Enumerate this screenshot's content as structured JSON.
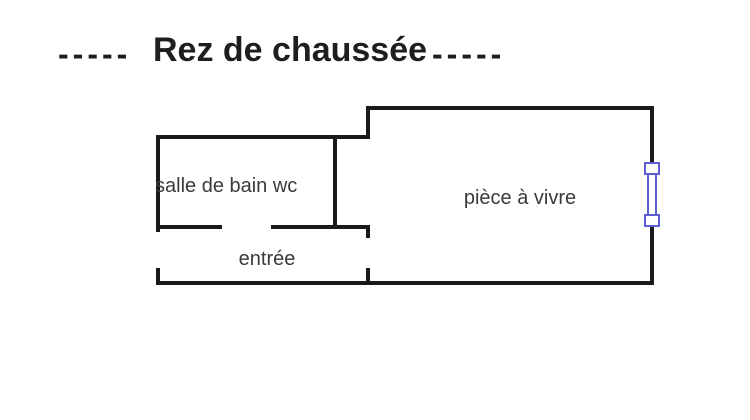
{
  "title": {
    "dashes_left": "-----",
    "text": "Rez de chaussée",
    "dashes_right": "-----"
  },
  "floor_plan": {
    "rooms": {
      "bathroom": {
        "label": "salle de bain wc"
      },
      "living": {
        "label": "pièce à vivre"
      },
      "entry": {
        "label": "entrée"
      }
    }
  },
  "colors": {
    "background": "#ffffff",
    "wall": "#1a1a1a",
    "title": "#1e1e1e",
    "label": "#3a3a3a",
    "window": "#5d5dd0",
    "window_fill": "#ffffff"
  }
}
